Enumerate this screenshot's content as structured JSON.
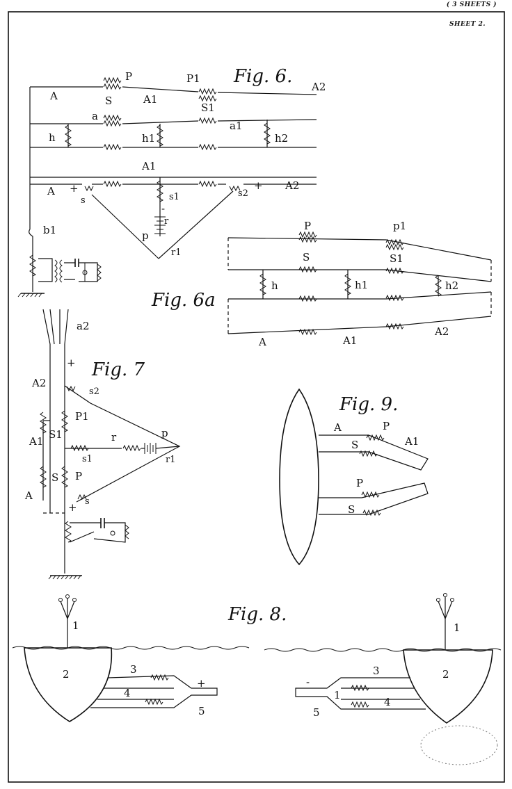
{
  "header": {
    "sheets": "( 3 SHEETS )",
    "sheet": "SHEET 2."
  },
  "fig6": {
    "title": "Fig. 6.",
    "labels": {
      "A": "A",
      "A1": "A1",
      "A2": "A2",
      "P": "P",
      "P1": "P1",
      "S": "S",
      "S1": "S1",
      "a": "a",
      "a1": "a1",
      "h": "h",
      "h1": "h1",
      "h2": "h2",
      "s": "s",
      "s1": "s1",
      "s2": "s2",
      "p": "p",
      "r": "r",
      "r1": "r1",
      "b1": "b1",
      "plus": "+",
      "minus": "-"
    }
  },
  "fig6a": {
    "title": "Fig. 6a",
    "labels": {
      "P": "P",
      "p1": "p1",
      "S": "S",
      "S1": "S1",
      "h": "h",
      "h1": "h1",
      "h2": "h2",
      "A": "A",
      "A1": "A1",
      "A2": "A2"
    }
  },
  "fig7": {
    "title": "Fig. 7",
    "labels": {
      "a2": "a2",
      "A2": "A2",
      "A1": "A1",
      "A": "A",
      "P1": "P1",
      "P": "P",
      "S1": "S1",
      "S": "S",
      "s1": "s1",
      "s2": "s2",
      "s": "s",
      "r": "r",
      "r1": "r1",
      "p": "p",
      "plus": "+"
    }
  },
  "fig9": {
    "title": "Fig. 9.",
    "labels": {
      "A": "A",
      "A1": "A1",
      "P": "P",
      "S": "S"
    }
  },
  "fig8": {
    "title": "Fig. 8.",
    "labels": {
      "n1": "1",
      "n2": "2",
      "n3": "3",
      "n4": "4",
      "n5": "5",
      "plus": "+",
      "minus": "-"
    }
  }
}
